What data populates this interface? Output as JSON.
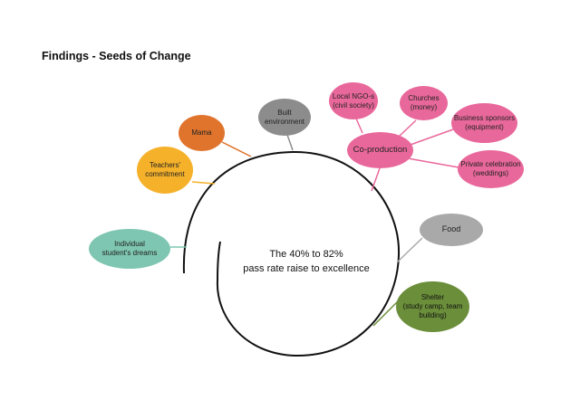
{
  "title": "Findings - Seeds of Change",
  "center": {
    "line1": "The 40% to 82%",
    "line2": "pass rate raise to excellence"
  },
  "nodes": {
    "dreams": {
      "l1": "Individual",
      "l2": "student's dreams",
      "color": "#7ec6b1"
    },
    "teachers": {
      "l1": "Teachers'",
      "l2": "commitment",
      "color": "#f5b12a"
    },
    "mama": {
      "l1": "Mama",
      "color": "#e0742d"
    },
    "built": {
      "l1": "Built",
      "l2": "environment",
      "color": "#8c8c8c"
    },
    "coproduction": {
      "l1": "Co-production",
      "color": "#e9689b"
    },
    "ngo": {
      "l1": "Local NGO-s",
      "l2": "(civil society)",
      "color": "#e9689b"
    },
    "churches": {
      "l1": "Churches",
      "l2": "(money)",
      "color": "#e9689b"
    },
    "business": {
      "l1": "Business sponsors",
      "l2": "(equipment)",
      "color": "#e9689b"
    },
    "private": {
      "l1": "Private celebration",
      "l2": "(weddings)",
      "color": "#e9689b"
    },
    "food": {
      "l1": "Food",
      "color": "#a9a9a9"
    },
    "shelter": {
      "l1": "Shelter",
      "l2": "(study camp, team",
      "l3": "building)",
      "color": "#6b8e3a"
    }
  }
}
